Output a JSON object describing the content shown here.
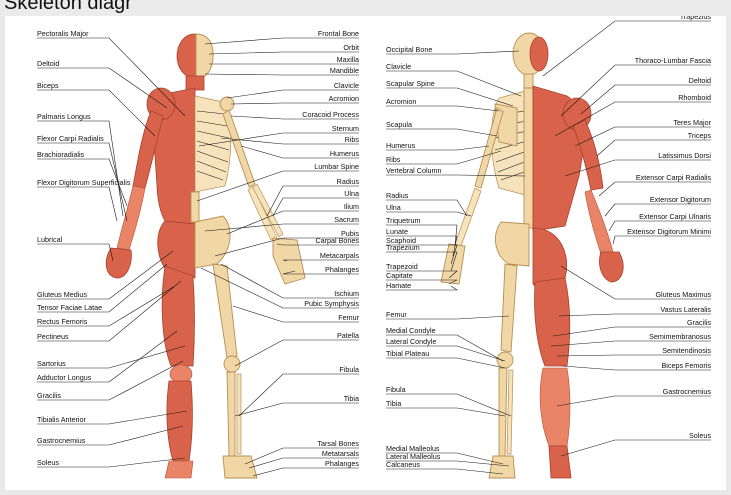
{
  "header": {
    "cropped_title": "Skeleton diagr"
  },
  "front_left_labels": [
    "Pectoralis Major",
    "Deltoid",
    "Biceps",
    "Palmaris Longus",
    "Flexor Carpi Radialis",
    "Brachioradialis",
    "Flexor Digitorum Superficialis",
    "Lubrical",
    "Gluteus Medius",
    "Tensor Faciae Latae",
    "Rectus Femoris",
    "Pectineus",
    "Sartorius",
    "Adductor Longus",
    "Gracilis",
    "Tibialis Anterior",
    "Gastrocnemius",
    "Soleus"
  ],
  "front_right_labels": [
    "Frontal Bone",
    "Orbit",
    "Maxilla",
    "Mandible",
    "Clavicle",
    "Acromion",
    "Coracoid Process",
    "Sternum",
    "Ribs",
    "Humerus",
    "Lumbar Spine",
    "Radius",
    "Ulna",
    "Ilium",
    "Sacrum",
    "Pubis",
    "Carpal Bones",
    "Metacarpals",
    "Phalanges",
    "Ischium",
    "Pubic Symphysis",
    "Femur",
    "Patella",
    "Fibula",
    "Tibia",
    "Tarsal Bones",
    "Metatarsals",
    "Phalanges"
  ],
  "back_left_labels": [
    "Occipital Bone",
    "Clavicle",
    "Scapular Spine",
    "Acromion",
    "Scapula",
    "Humerus",
    "Ribs",
    "Vertebral Column",
    "Radius",
    "Ulna",
    "Triquetrum",
    "Lunate",
    "Scaphoid",
    "Trapezium",
    "Trapezoid",
    "Capitate",
    "Hamate",
    "Femur",
    "Medial Condyle",
    "Lateral Condyle",
    "Tibial Plateau",
    "Fibula",
    "Tibia",
    "Medial Malleolus",
    "Lateral Malleolus",
    "Calcaneus"
  ],
  "back_right_labels": [
    "Trapezius",
    "Thoraco-Lumbar Fascia",
    "Deltoid",
    "Rhomboid",
    "Teres Major",
    "Triceps",
    "Latissimus Dorsi",
    "Extensor Carpi Radialis",
    "Extensor Digitorum",
    "Extensor Carpi Ulnaris",
    "Extensor Digitorum Minimi",
    "Gluteus Maximus",
    "Vastus Lateralis",
    "Gracilis",
    "Semimembranosus",
    "Semitendinosis",
    "Biceps Femoris",
    "Gastrocnemius",
    "Soleus"
  ]
}
